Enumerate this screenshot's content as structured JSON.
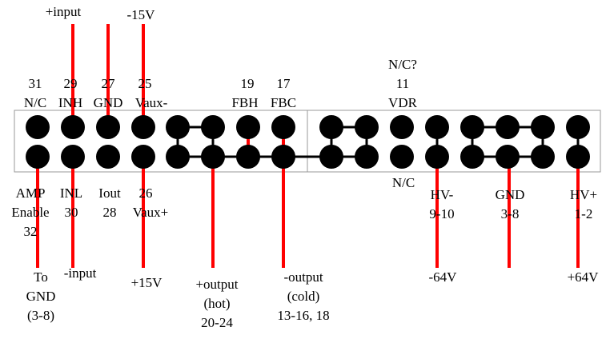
{
  "colors": {
    "pin": "#000000",
    "wire": "#ff0000",
    "outline": "#9a9a9a",
    "text": "#000000"
  },
  "wire_labels": {
    "plus_input": "+input",
    "minus_15v": "-15V",
    "to_gnd": [
      "To",
      "GND",
      "(3-8)"
    ],
    "minus_input": "-input",
    "plus_15v": "+15V",
    "plus_output": [
      "+output",
      "(hot)",
      "20-24"
    ],
    "minus_output": [
      "-output",
      "(cold)",
      "13-16, 18"
    ],
    "minus_64v": "-64V",
    "plus_64v": "+64V"
  },
  "top_pins": {
    "p31": {
      "number": "31",
      "name": "N/C"
    },
    "p29": {
      "number": "29",
      "name": "INH"
    },
    "p27": {
      "number": "27",
      "name": "GND"
    },
    "p25": {
      "number": "25",
      "name": "Vaux-"
    },
    "p19": {
      "number": "19",
      "name": "FBH"
    },
    "p17": {
      "number": "17",
      "name": "FBC"
    },
    "p11": {
      "question": "N/C?",
      "number": "11",
      "name": "VDR"
    }
  },
  "bottom_pins": {
    "amp_enable": [
      "AMP",
      "Enable",
      "32"
    ],
    "inl": [
      "INL",
      "30"
    ],
    "iout": [
      "Iout",
      "28"
    ],
    "vaux_plus": [
      "26",
      "Vaux+"
    ],
    "nc": "N/C",
    "hv_minus": [
      "HV-",
      "9-10"
    ],
    "gnd": [
      "GND",
      "3-8"
    ],
    "hv_plus": [
      "HV+",
      "1-2"
    ]
  }
}
